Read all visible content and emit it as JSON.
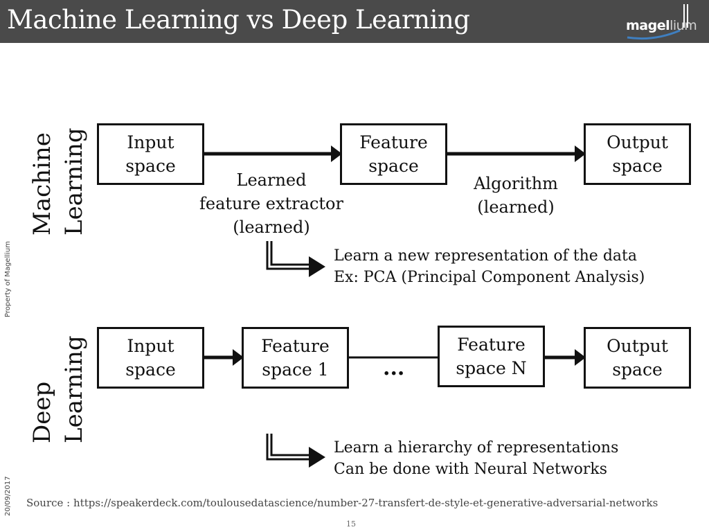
{
  "header": {
    "title": "Machine Learning vs Deep Learning"
  },
  "logo": {
    "text_main": "magel",
    "text_light": "lium"
  },
  "ml": {
    "label_line1": "Machine",
    "label_line2": "Learning",
    "boxes": [
      {
        "line1": "Input",
        "line2": "space"
      },
      {
        "line1": "Feature",
        "line2": "space"
      },
      {
        "line1": "Output",
        "line2": "space"
      }
    ],
    "extractor": {
      "line1": "Learned",
      "line2": "feature extractor",
      "line3": "(learned)"
    },
    "algorithm": {
      "line1": "Algorithm",
      "line2": "(learned)"
    },
    "note": {
      "line1": "Learn a new representation of the data",
      "line2": "Ex: PCA (Principal Component Analysis)"
    }
  },
  "dl": {
    "label_line1": "Deep",
    "label_line2": "Learning",
    "boxes": [
      {
        "line1": "Input",
        "line2": "space"
      },
      {
        "line1": "Feature",
        "line2": "space 1"
      },
      {
        "line1": "Feature",
        "line2": "space N"
      },
      {
        "line1": "Output",
        "line2": "space"
      }
    ],
    "ellipsis": "...",
    "note": {
      "line1": "Learn a hierarchy of representations",
      "line2": "Can be done with Neural Networks"
    }
  },
  "footer": {
    "property": "Property of Magellium",
    "date": "20/09/2017",
    "source": "Source : https://speakerdeck.com/toulousedatascience/number-27-transfert-de-style-et-generative-adversarial-networks",
    "page": "15"
  }
}
